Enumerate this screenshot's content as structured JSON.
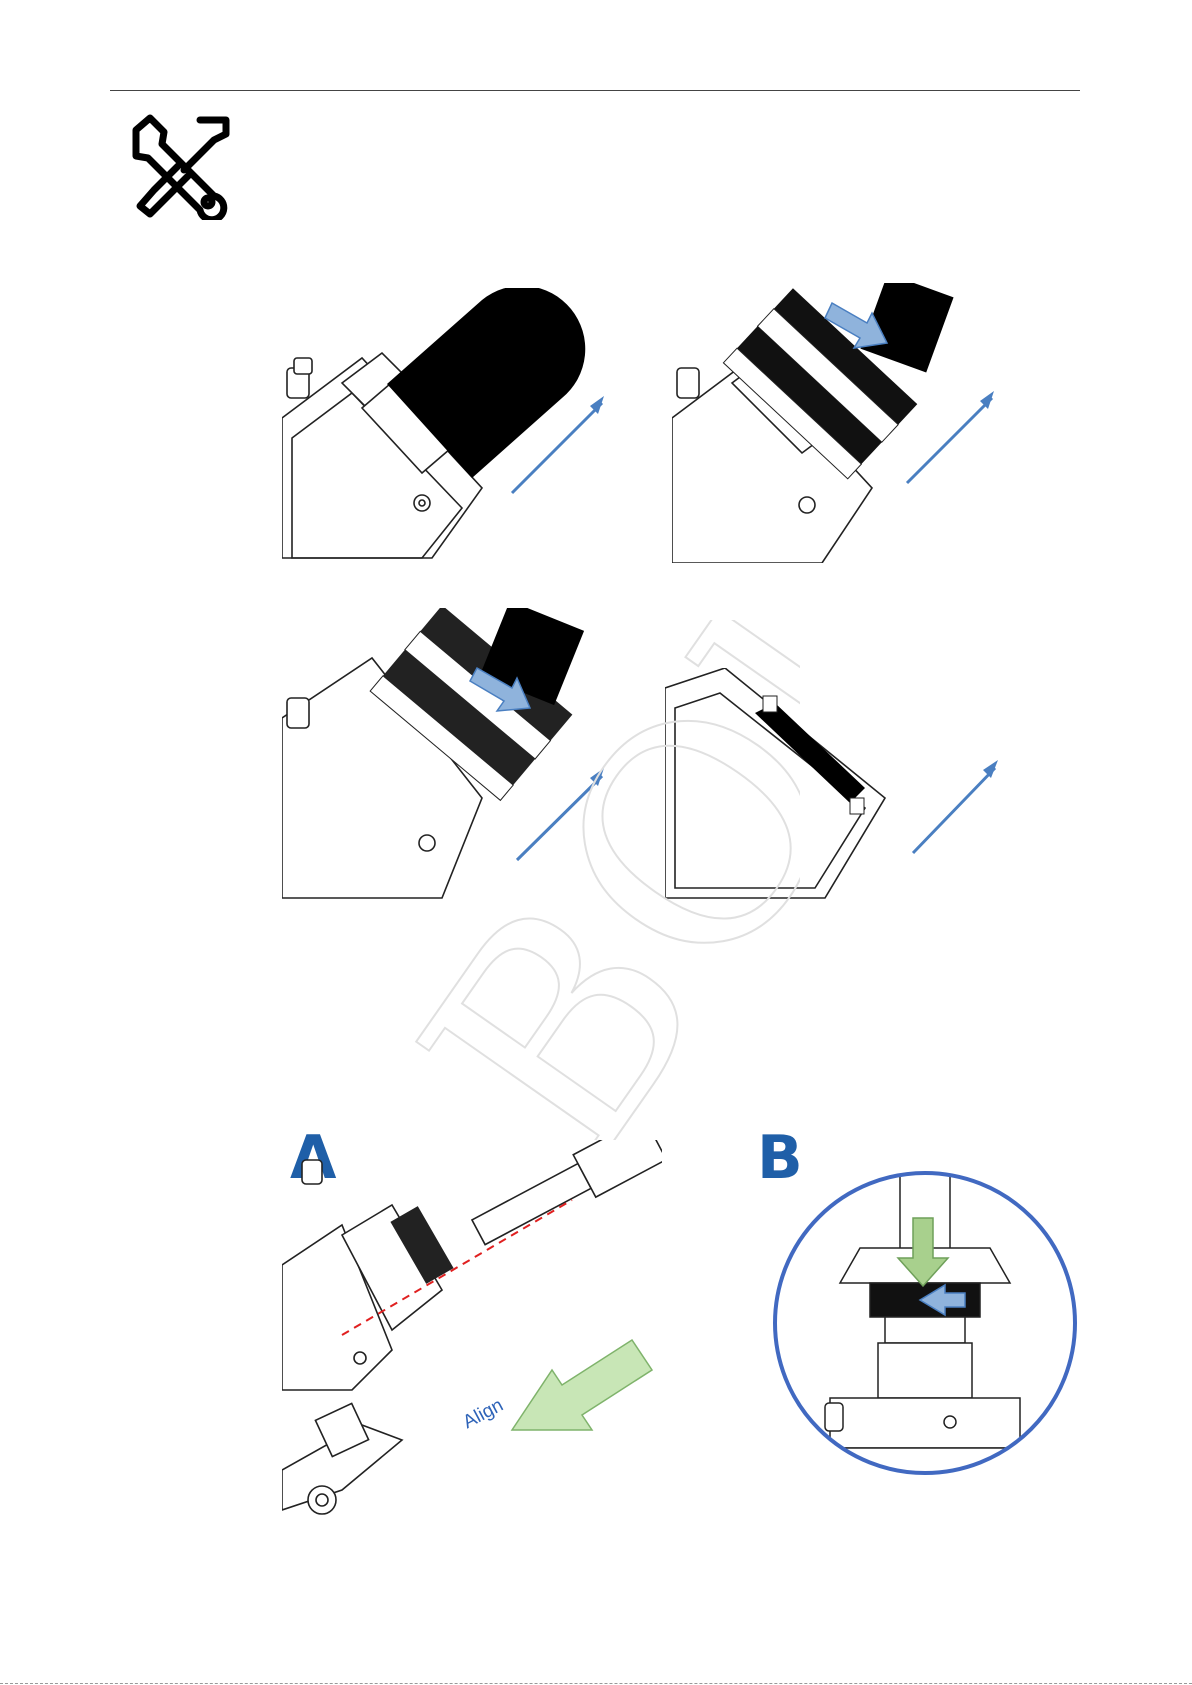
{
  "header": {
    "icon": "wrench-screwdriver-icon"
  },
  "figures": {
    "step1": {
      "arrow_color": "#4a7fc1",
      "cap_color": "#000000"
    },
    "step2": {
      "arrow_color": "#4a7fc1",
      "push_arrow_color": "#8fb3dc"
    },
    "step3": {
      "arrow_color": "#4a7fc1",
      "push_arrow_color": "#8fb3dc"
    },
    "step4": {
      "arrow_color": "#4a7fc1"
    },
    "detail_a": {
      "label": "A",
      "align_text": "Align",
      "guide_line_color": "#e02020",
      "big_arrow_color": "#c8e6b6"
    },
    "detail_b": {
      "label": "B",
      "circle_color": "#4169c1",
      "down_arrow_color": "#a8d08d",
      "side_arrow_color": "#8fb3dc"
    }
  },
  "watermark": {
    "text": "BOU"
  }
}
